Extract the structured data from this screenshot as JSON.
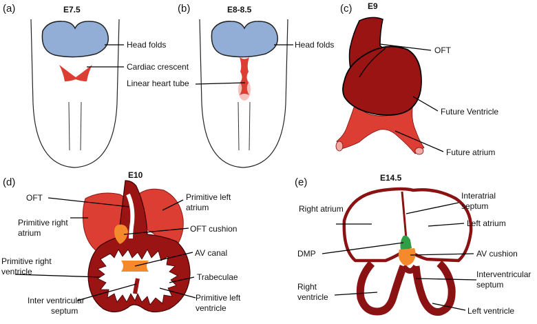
{
  "colors": {
    "head_folds": "#93aed6",
    "red_light": "#dc3e33",
    "red_dark": "#9b1414",
    "dmp": "#2f9e44",
    "cushion": "#f58a2c"
  },
  "panels": {
    "a": {
      "letter": "(a)",
      "stage": "E7.5",
      "labels": {
        "head_folds": "Head folds",
        "cardiac_crescent": "Cardiac crescent"
      }
    },
    "b": {
      "letter": "(b)",
      "stage": "E8-8.5",
      "labels": {
        "head_folds": "Head folds",
        "linear_heart_tube": "Linear heart tube"
      }
    },
    "c": {
      "letter": "(c)",
      "stage": "E9",
      "labels": {
        "oft": "OFT",
        "future_ventricle": "Future Ventricle",
        "future_atrium": "Future atrium"
      }
    },
    "d": {
      "letter": "(d)",
      "stage": "E10",
      "labels": {
        "oft": "OFT",
        "primitive_left_atrium_1": "Primitive left",
        "primitive_left_atrium_2": "atrium",
        "primitive_right_atrium_1": "Primitive right",
        "primitive_right_atrium_2": "atrium",
        "oft_cushion": "OFT cushion",
        "primitive_right_ventricle_1": "Primitive right",
        "primitive_right_ventricle_2": "ventricle",
        "av_canal": "AV canal",
        "trabeculae": "Trabeculae",
        "inter_ventricular_septum_1": "Inter ventricular",
        "inter_ventricular_septum_2": "septum",
        "primitive_left_ventricle_1": "Primitive left",
        "primitive_left_ventricle_2": "ventricle"
      }
    },
    "e": {
      "letter": "(e)",
      "stage": "E14.5",
      "labels": {
        "interatrial_septum_1": "Interatrial",
        "interatrial_septum_2": "septum",
        "right_atrium": "Right atrium",
        "left_atrium": "Left atrium",
        "dmp": "DMP",
        "av_cushion": "AV cushion",
        "interventricular_septum_1": "Interventricular",
        "interventricular_septum_2": "septum",
        "right_ventricle_1": "Right",
        "right_ventricle_2": "ventricle",
        "left_ventricle": "Left ventricle"
      }
    }
  }
}
